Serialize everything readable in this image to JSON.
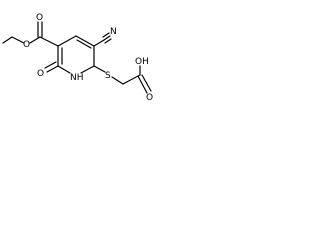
{
  "molecule": {
    "atoms": {
      "ester_O_ether": "O",
      "ester_O_carbonyl": "O",
      "ring_O": "O",
      "ring_NH": "NH",
      "nitrile_N": "N",
      "thio_S": "S",
      "acid_OH": "OH",
      "acid_O": "O"
    }
  }
}
